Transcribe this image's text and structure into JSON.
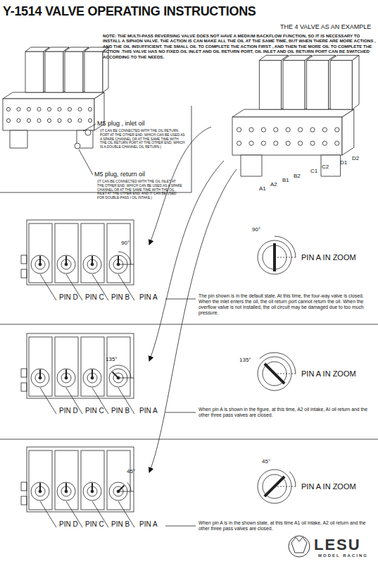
{
  "diagram": {
    "title": "Y-1514 VALVE OPERATING INSTRUCTIONS",
    "labels": [
      "THE 4 VALVE AS AN EXAMPLE",
      "NOTE: THE MULTI-PASS REVERSING VALVE DOES NOT HAVE A MEDIUM BACKFLOW FUNCTION, SO IT IS NECESSARY TO INSTALL A SIPHON VALVE. THE ACTION IS CAN MAKE ALL THE OIL AT THE SAME TIME, BUT WHEN THERE ARE MORE ACTIONS , AND THE OIL INSUFFICIENT. THE SMALL OIL TO COMPLETE THE ACTION FIRST , AND THEN THE MORE OIL TO COMPLETE THE ACTION .THIS VALVE HAS NO FIXED OIL INLET AND OIL RETURN PORT, OIL INLET AND OIL RETURN PORT CAN BE SWITCHED ACCORDING TO THE NEEDS.",
      "M5 plug , inlet oil",
      "(IT CAN BE CONNECTED WITH THE OIL RETURN PORT AT THE OTHER END, WHICH CAN BE USED AS A SPARE CHANNEL OR AT THE SAME TIME WITH THE OIL RETURN PORT AT THE OTHER END, WHICH IS A DOUBLE-CHANNEL OIL RETURN.)",
      "M5 plug, return oil",
      "(IT CAN BE CONNECTED WITH THE OIL INLET AT THE OTHER END, WHICH CAN BE USED AS A SPARE CHANNEL OR AT THE SAME TIME WITH THE OIL INLET AT THE OTHER END, AND IT CAN BE USED FOR DOUBLE-PASS I OIL INTAKE.)",
      "A1",
      "A2",
      "B1",
      "B2",
      "C1",
      "C2",
      "D1",
      "D2",
      "90°",
      "PIN D",
      "PIN C",
      "PIN B",
      "PIN A",
      "90°",
      "PIN A IN ZOOM",
      "The pin shown is in the default state. At this time, the four-way valve is closed. When the inlet enters the oil, the oil return port cannot return the oil. When the overflow valve is not installed, the oil circuit may be damaged due to too much pressure.",
      "135°",
      "PIN D",
      "PIN C",
      "PIN B",
      "PIN A",
      "135°",
      "PIN A IN ZOOM",
      "When pin A is shown in the figure, at this time, A2 oil intake, AI oil return and the other three pass valves are closed.",
      "45°",
      "PIN D",
      "PIN C",
      "PIN B",
      "PIN A",
      "45°",
      "PIN A IN ZOOM",
      "When pin A is in the shown state, at this time A1 oil intake, A2 oil return and the other three pass valves are closed.",
      "LESU",
      "MODEL RACING"
    ]
  }
}
